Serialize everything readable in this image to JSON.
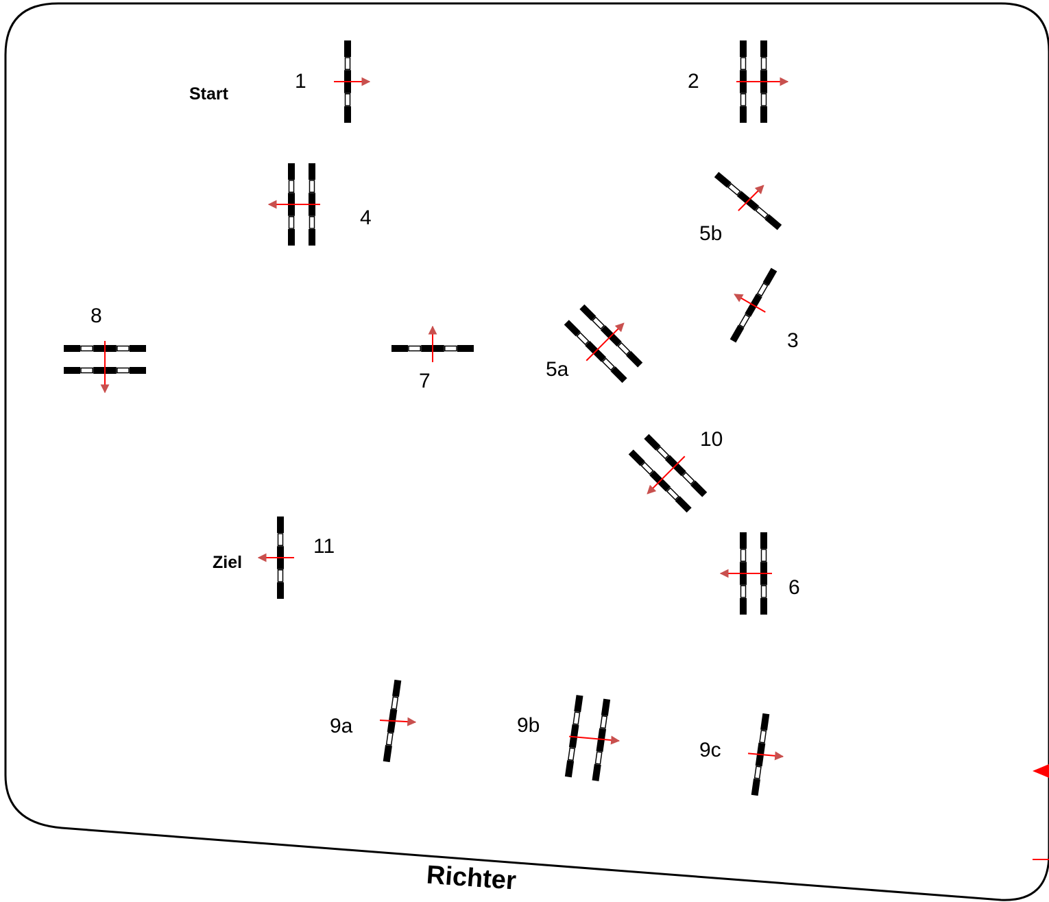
{
  "colors": {
    "pole_dark": "#000000",
    "pole_light": "#ffffff",
    "arrow": "#ff0000",
    "arrow_head": "#c8504e",
    "boundary": "#000000"
  },
  "labels": {
    "start": "Start",
    "finish": "Ziel",
    "judge": "Richter"
  },
  "obstacles": [
    {
      "id": "1",
      "label": "1",
      "type": "single"
    },
    {
      "id": "2",
      "label": "2",
      "type": "double"
    },
    {
      "id": "3",
      "label": "3",
      "type": "single"
    },
    {
      "id": "4",
      "label": "4",
      "type": "double"
    },
    {
      "id": "5a",
      "label": "5a",
      "type": "double"
    },
    {
      "id": "5b",
      "label": "5b",
      "type": "single"
    },
    {
      "id": "6",
      "label": "6",
      "type": "double"
    },
    {
      "id": "7",
      "label": "7",
      "type": "single"
    },
    {
      "id": "8",
      "label": "8",
      "type": "double"
    },
    {
      "id": "9a",
      "label": "9a",
      "type": "single"
    },
    {
      "id": "9b",
      "label": "9b",
      "type": "double"
    },
    {
      "id": "9c",
      "label": "9c",
      "type": "single"
    },
    {
      "id": "10",
      "label": "10",
      "type": "double"
    },
    {
      "id": "11",
      "label": "11",
      "type": "single"
    }
  ]
}
